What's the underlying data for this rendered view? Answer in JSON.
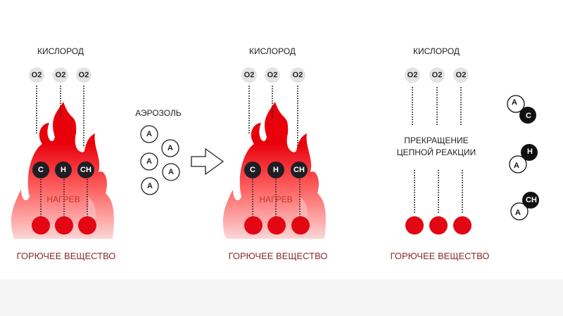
{
  "colors": {
    "flame": "#e8000b",
    "dot": "#e30613",
    "molecule_dark": "#1e1e24",
    "oxygen": "#e3e3e3",
    "caption": "#8b2b2b"
  },
  "panels": [
    {
      "top_label": "КИСЛОРОД",
      "oxygen": [
        "O2",
        "O2",
        "O2"
      ],
      "radicals": [
        "C",
        "H",
        "CH"
      ],
      "heat_label": "НАГРЕВ",
      "bottom_label": "ГОРЮЧЕЕ ВЕЩЕСТВО"
    },
    {
      "top_label": "КИСЛОРОД",
      "oxygen": [
        "O2",
        "O2",
        "O2"
      ],
      "radicals": [
        "C",
        "H",
        "CH"
      ],
      "heat_label": "НАГРЕВ",
      "bottom_label": "ГОРЮЧЕЕ ВЕЩЕСТВО"
    },
    {
      "top_label": "КИСЛОРОД",
      "oxygen": [
        "O2",
        "O2",
        "O2"
      ],
      "middle_label_1": "ПРЕКРАЩЕНИЕ",
      "middle_label_2": "ЦЕПНОЙ РЕАКЦИИ",
      "bottom_label": "ГОРЮЧЕЕ ВЕЩЕСТВО"
    }
  ],
  "aerosol": {
    "label": "АЭРОЗОЛЬ",
    "particles": [
      "A",
      "A",
      "A",
      "A",
      "A"
    ]
  },
  "bound_pairs": [
    {
      "a": "A",
      "r": "C"
    },
    {
      "a": "A",
      "r": "H"
    },
    {
      "a": "A",
      "r": "CH"
    }
  ]
}
